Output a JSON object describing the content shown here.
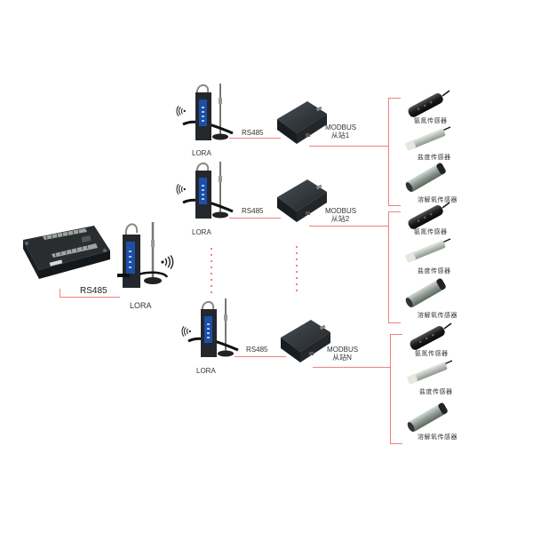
{
  "diagram": {
    "master": {
      "device": "data-logger",
      "link_label": "RS485",
      "radio_label": "LORA"
    },
    "slaves": [
      {
        "radio_label": "LORA",
        "link_label": "RS485",
        "modbus_line1": "MODBUS",
        "modbus_line2": "从站1",
        "sensors": [
          "氨氮传感器",
          "盐度传感器",
          "溶解氧传感器"
        ]
      },
      {
        "radio_label": "LORA",
        "link_label": "RS485",
        "modbus_line1": "MODBUS",
        "modbus_line2": "从站2",
        "sensors": [
          "氨氮传感器",
          "盐度传感器",
          "溶解氧传感器"
        ]
      },
      {
        "radio_label": "LORA",
        "link_label": "RS485",
        "modbus_line1": "MODBUS",
        "modbus_line2": "从站N",
        "sensors": [
          "氨氮传感器",
          "盐度传感器",
          "溶解氧传感器"
        ]
      }
    ],
    "colors": {
      "connector": "#f08080",
      "device_dark": "#2b2f33",
      "radio_blue": "#1e4fa8",
      "sensor_black": "#1a1a1a",
      "sensor_silver": "#c8ccc8",
      "sensor_gray": "#9aa39c"
    }
  }
}
